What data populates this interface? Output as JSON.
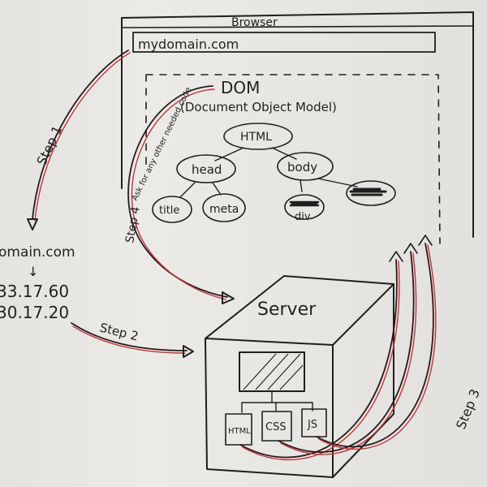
{
  "browser": {
    "title": "Browser",
    "url": "mydomain.com"
  },
  "dom": {
    "title": "DOM",
    "subtitle": "(Document Object Model)",
    "nodes": {
      "html": "HTML",
      "head": "head",
      "body": "body",
      "title": "title",
      "meta": "meta",
      "div": "div"
    }
  },
  "dns": {
    "domain": "omain.com",
    "arrow": "↓",
    "ip1": "33.17.60",
    "ip2": "30.17.20"
  },
  "server": {
    "label": "Server",
    "files": [
      "HTML",
      "CSS",
      "JS"
    ]
  },
  "steps": {
    "step1": "Step 1",
    "step2": "Step 2",
    "step3": "Step 3",
    "step4": "Step 4",
    "step4_note": "Ask for any other needed code"
  }
}
